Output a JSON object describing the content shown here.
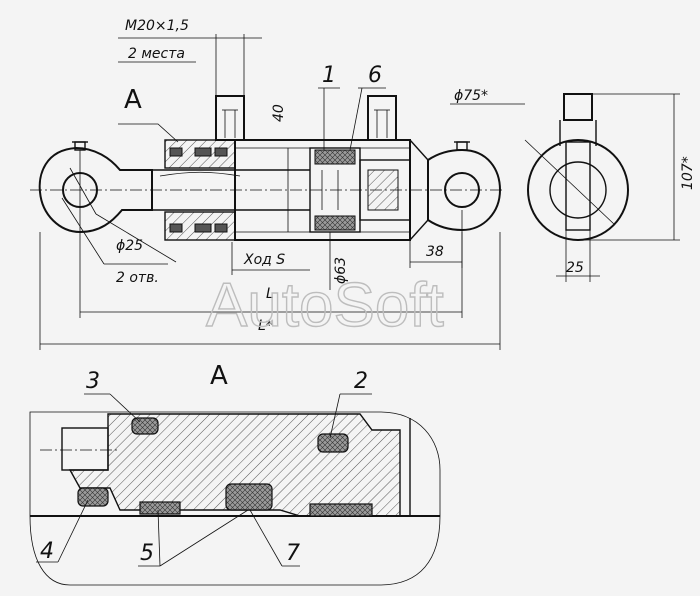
{
  "labels": {
    "thread": "M20×1,5",
    "thread_count": "2 места",
    "view_marker": "A",
    "dim_40": "40",
    "pos_1": "1",
    "pos_6": "6",
    "dia_75": "ϕ75*",
    "dim_107": "107*",
    "dia_25": "ϕ25",
    "holes": "2 отв.",
    "stroke": "Ход S",
    "dia_63": "ϕ63",
    "dim_38": "38",
    "dim_25": "25",
    "dim_L": "L",
    "dim_Lstar": "L*",
    "detail_title": "A",
    "pos_3": "3",
    "pos_2": "2",
    "pos_4": "4",
    "pos_5": "5",
    "pos_7": "7"
  },
  "watermark": "AutoSoft",
  "colors": {
    "line": "#111111",
    "hatch": "#444444",
    "background": "#f4f4f4",
    "watermark": "#bdbdbd"
  }
}
